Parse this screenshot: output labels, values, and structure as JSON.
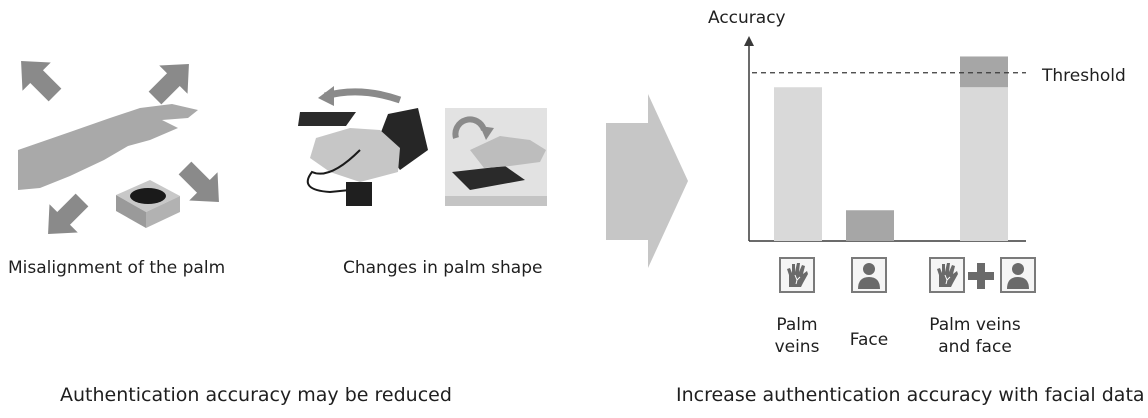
{
  "left": {
    "caption_misalignment": "Misalignment of the palm",
    "caption_shape": "Changes in palm shape",
    "conclusion": "Authentication accuracy may be reduced"
  },
  "right": {
    "conclusion": "Increase authentication accuracy with facial data"
  },
  "colors": {
    "arrow_gray": "#8a8a8a",
    "bar_light": "#d9d9d9",
    "bar_dark": "#a6a6a6",
    "axis": "#3a3a3a"
  },
  "chart_data": {
    "type": "bar",
    "ylabel": "Accuracy",
    "categories": [
      "Palm veins",
      "Face",
      "Palm veins and face"
    ],
    "values": [
      0.85,
      0.17,
      1.02
    ],
    "threshold": 0.93,
    "threshold_label": "Threshold",
    "stacked_parts": [
      {
        "category": "Palm veins and face",
        "base": 0.85,
        "top": 1.02
      }
    ],
    "category_labels": [
      {
        "line1": "Palm",
        "line2": "veins"
      },
      {
        "line1": "Face",
        "line2": ""
      },
      {
        "line1": "Palm veins",
        "line2": "and face"
      }
    ],
    "ylim": [
      0,
      1.1
    ]
  }
}
